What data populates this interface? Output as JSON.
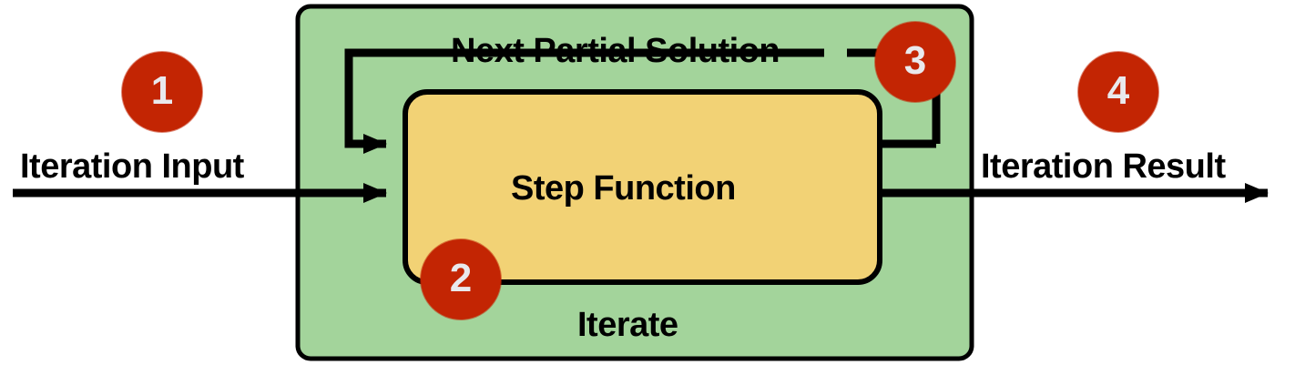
{
  "diagram": {
    "title": "Iterate",
    "type": "flow-diagram",
    "colors": {
      "container_fill": "#a3d49b",
      "step_fill": "#f2d275",
      "badge_fill": "#c32503",
      "badge_text": "#e9e9ed",
      "stroke": "#000000",
      "background": "#ffffff"
    },
    "labels": {
      "iteration_input": "Iteration Input",
      "iteration_result": "Iteration Result",
      "next_partial_solution": "Next Partial Solution",
      "step_function": "Step Function",
      "iterate": "Iterate"
    },
    "badges": [
      {
        "id": 1,
        "number": "1",
        "annotates": "Iteration Input"
      },
      {
        "id": 2,
        "number": "2",
        "annotates": "Step Function"
      },
      {
        "id": 3,
        "number": "3",
        "annotates": "Next Partial Solution"
      },
      {
        "id": 4,
        "number": "4",
        "annotates": "Iteration Result"
      }
    ],
    "nodes": [
      {
        "name": "iterate-container",
        "label": "Iterate",
        "fill": "#a3d49b"
      },
      {
        "name": "step-function-box",
        "label": "Step Function",
        "fill": "#f2d275"
      }
    ],
    "edges": [
      {
        "name": "input-arrow",
        "from": "Iteration Input",
        "to": "Step Function"
      },
      {
        "name": "output-arrow",
        "from": "Step Function",
        "to": "Iteration Result"
      },
      {
        "name": "feedback-arrow",
        "from": "Step Function",
        "to": "Step Function",
        "label": "Next Partial Solution"
      }
    ]
  }
}
